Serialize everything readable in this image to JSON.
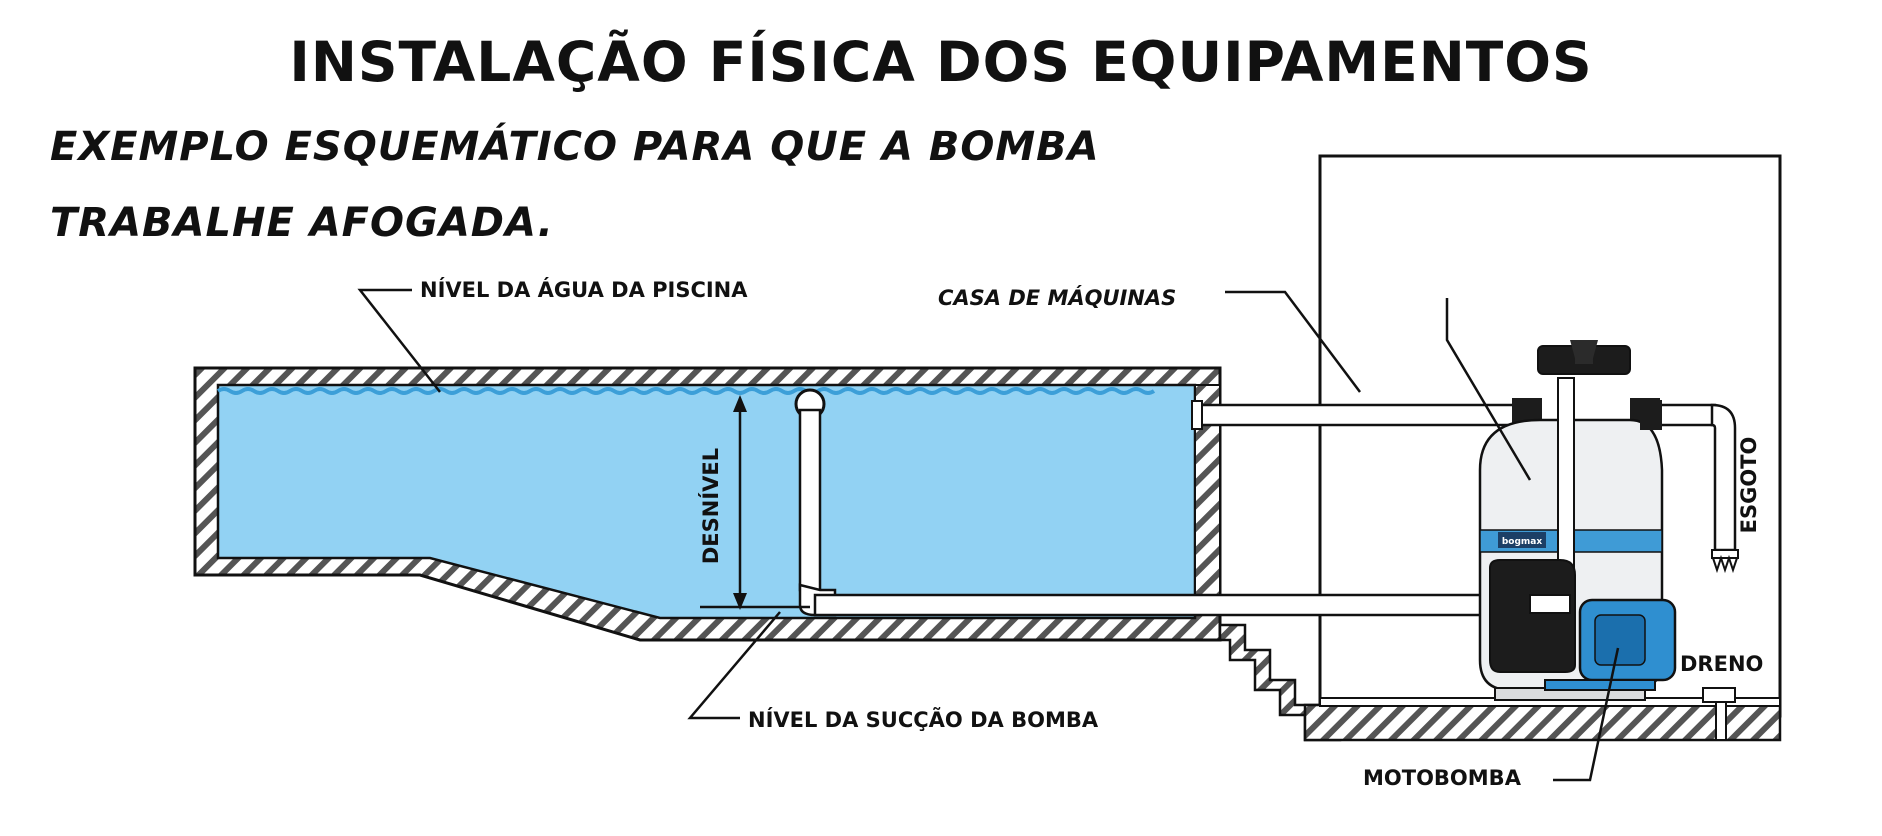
{
  "title": "INSTALAÇÃO FÍSICA DOS EQUIPAMENTOS",
  "subtitle": {
    "line1": "EXEMPLO ESQUEMÁTICO PARA QUE A BOMBA",
    "line2": "TRABALHE AFOGADA."
  },
  "labels": {
    "water_level": "NÍVEL DA ÁGUA DA PISCINA",
    "machine_house": "CASA DE MÁQUINAS",
    "height_difference": "DESNÍVEL",
    "suction_level": "NÍVEL DA SUCÇÃO DA BOMBA",
    "backwash": "ESGOTO",
    "drain": "DRENO",
    "motor_pump": "MOTOBOMBA",
    "filter_brand": "bogmax"
  },
  "colors": {
    "water": "#92d2f3",
    "water_surface": "#3c9fd8",
    "wall_hatch": "#555555",
    "pump_blue": "#2f8fd0",
    "filter_band": "#3f9bd6",
    "filter_body": "#eef0f2",
    "pipe": "#ffffff",
    "outline": "#111111"
  }
}
